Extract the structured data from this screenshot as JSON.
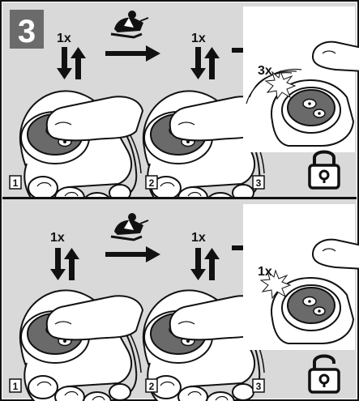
{
  "step_number": "3",
  "panels": [
    {
      "id": "lock",
      "frames": [
        {
          "number": "1",
          "press_count": "1x"
        },
        {
          "number": "2",
          "press_count": "1x"
        },
        {
          "number": "3",
          "press_count": "3x"
        }
      ],
      "result_icon": "padlock-closed-icon"
    },
    {
      "id": "unlock",
      "frames": [
        {
          "number": "1",
          "press_count": "1x"
        },
        {
          "number": "2",
          "press_count": "1x"
        },
        {
          "number": "3",
          "press_count": "1x"
        }
      ],
      "result_icon": "padlock-open-icon"
    }
  ],
  "action_icon": "snowmobile-rider-icon",
  "colors": {
    "panel_bg": "#d9d9d9",
    "badge_bg": "#6b6b6b",
    "device_body": "#6a6a6a",
    "line": "#111111"
  }
}
